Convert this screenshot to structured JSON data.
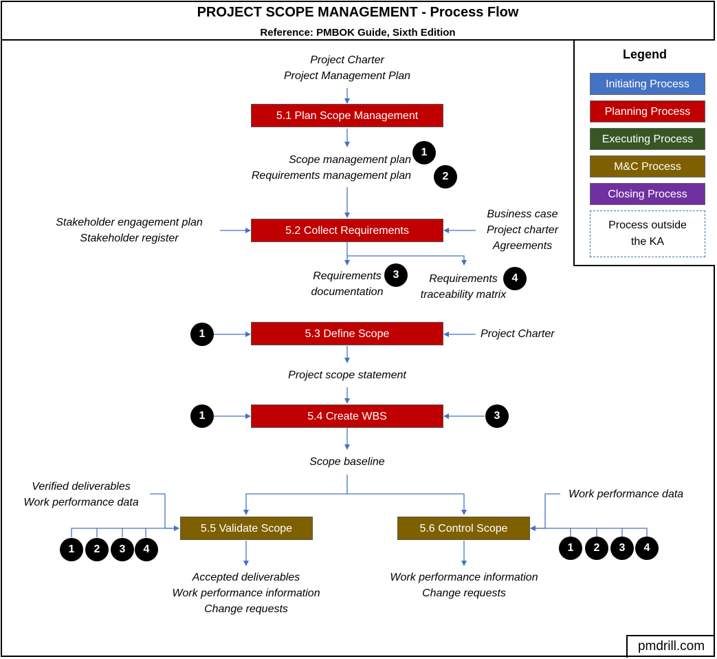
{
  "header": {
    "title": "PROJECT SCOPE MANAGEMENT - Process Flow",
    "subtitle": "Reference: PMBOK Guide, Sixth Edition"
  },
  "legend": {
    "title": "Legend",
    "items": [
      {
        "label": "Initiating Process",
        "color": "#4472c4"
      },
      {
        "label": "Planning Process",
        "color": "#c00000"
      },
      {
        "label": "Executing Process",
        "color": "#375623"
      },
      {
        "label": "M&C Process",
        "color": "#7f6000"
      },
      {
        "label": "Closing Process",
        "color": "#7030a0"
      }
    ],
    "outside": [
      "Process outside",
      "the KA"
    ]
  },
  "processes": {
    "p51": "5.1 Plan Scope Management",
    "p52": "5.2 Collect Requirements",
    "p53": "5.3 Define Scope",
    "p54": "5.4 Create WBS",
    "p55": "5.5 Validate Scope",
    "p56": "5.6 Control Scope"
  },
  "labels": {
    "inputs_51": [
      "Project Charter",
      "Project Management Plan"
    ],
    "outputs_51": [
      "Scope management plan",
      "Requirements management plan"
    ],
    "left_52": [
      "Stakeholder engagement plan",
      "Stakeholder register"
    ],
    "right_52": [
      "Business case",
      "Project charter",
      "Agreements"
    ],
    "req_doc": [
      "Requirements",
      "documentation"
    ],
    "req_trace": [
      "Requirements",
      "traceability matrix"
    ],
    "right_53": "Project Charter",
    "scope_statement": "Project scope statement",
    "scope_baseline": "Scope baseline",
    "left_55": [
      "Verified deliverables",
      "Work performance data"
    ],
    "right_56": "Work performance data",
    "outputs_55": [
      "Accepted deliverables",
      "Work performance information",
      "Change requests"
    ],
    "outputs_56": [
      "Work performance information",
      "Change requests"
    ]
  },
  "badges": [
    "1",
    "2",
    "3",
    "4"
  ],
  "footer": "pmdrill.com"
}
